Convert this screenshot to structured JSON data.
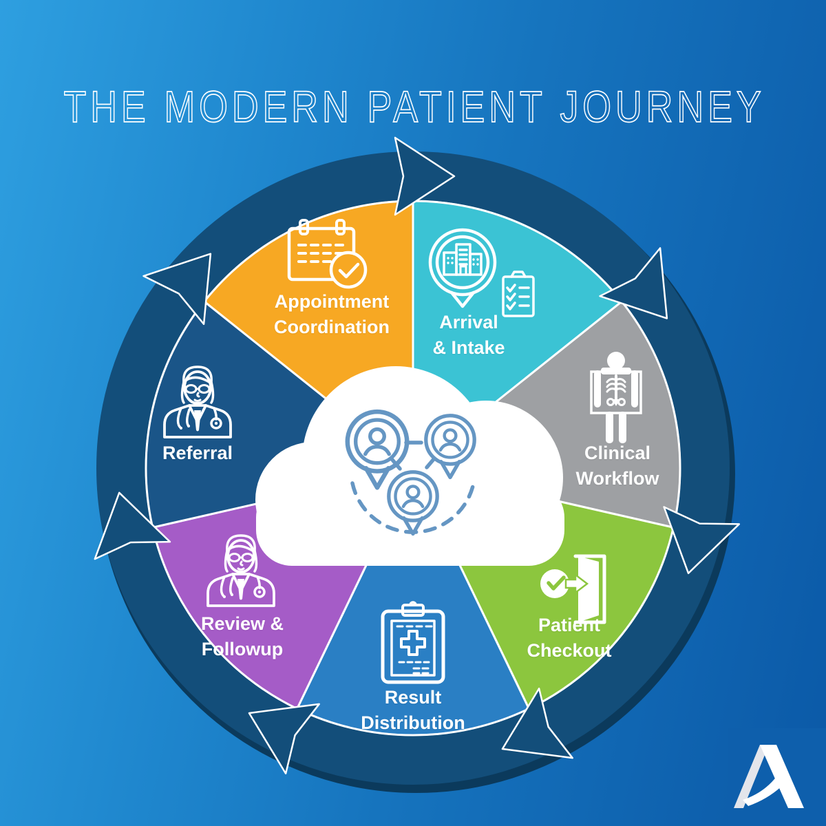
{
  "title": "THE MODERN PATIENT JOURNEY",
  "background": {
    "gradient_start": "#2E9FE0",
    "gradient_end": "#0B59A7"
  },
  "text_color": "#FFFFFF",
  "wheel": {
    "ring_color": "#134E7A",
    "ring_shadow_color": "#0B3A5C",
    "divider_color": "#FFFFFF",
    "direction": "clockwise",
    "segments": [
      {
        "id": "appointment-coordination",
        "label_line1": "Appointment",
        "label_line2": "Coordination",
        "color": "#F7A823",
        "icon": "calendar-check-icon"
      },
      {
        "id": "arrival-intake",
        "label_line1": "Arrival",
        "label_line2": "& Intake",
        "color": "#3BC3D4",
        "icon": "hospital-location-pin-icon"
      },
      {
        "id": "clinical-workflow",
        "label_line1": "Clinical",
        "label_line2": "Workflow",
        "color": "#9EA0A3",
        "icon": "xray-patient-icon"
      },
      {
        "id": "patient-checkout",
        "label_line1": "Patient",
        "label_line2": "Checkout",
        "color": "#8CC63E",
        "icon": "checkout-door-icon"
      },
      {
        "id": "result-distribution",
        "label_line1": "Result",
        "label_line2": "Distribution",
        "color": "#2A7FC4",
        "icon": "medical-clipboard-icon"
      },
      {
        "id": "review-followup",
        "label_line1": "Review &",
        "label_line2": "Followup",
        "color": "#A55CC7",
        "icon": "doctor-icon"
      },
      {
        "id": "referral",
        "label_line1": "Referral",
        "label_line2": "",
        "color": "#1A5588",
        "icon": "doctor-icon"
      }
    ]
  },
  "center": {
    "icon": "cloud-location-pins-icon",
    "cloud_color": "#FFFFFF",
    "pin_color": "#6596C3"
  },
  "logo": {
    "shape": "stylized-A",
    "background": "#0E5FAC",
    "primary_color": "#FFFFFF",
    "secondary_color": "#E3E5EB"
  }
}
